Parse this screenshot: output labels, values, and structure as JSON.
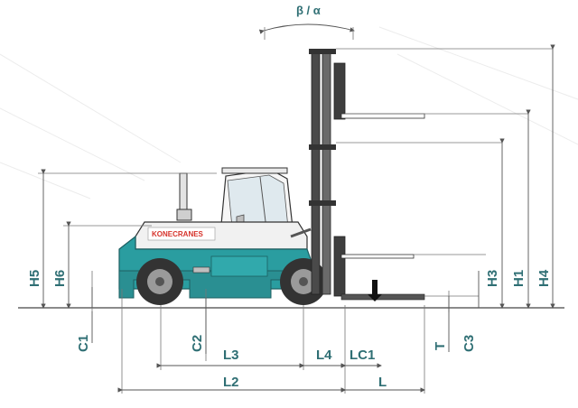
{
  "brand": {
    "logo_text": "KONECRANES"
  },
  "labels": {
    "tilt": "β / α",
    "H5": "H5",
    "H6": "H6",
    "H3": "H3",
    "H1": "H1",
    "H4": "H4",
    "C1": "C1",
    "C2": "C2",
    "C3": "C3",
    "T": "T",
    "L3": "L3",
    "L4": "L4",
    "LC1": "LC1",
    "L2": "L2",
    "L": "L"
  },
  "colors": {
    "body": "#2a9da0",
    "counterweight": "#2a9da0",
    "dimension_text": "#2f6f74",
    "brand_red": "#d6322a"
  }
}
